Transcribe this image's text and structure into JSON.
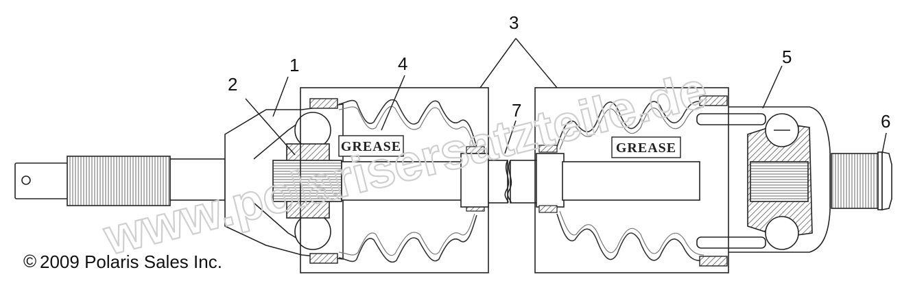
{
  "callouts": {
    "c1": "1",
    "c2": "2",
    "c3": "3",
    "c4": "4",
    "c5": "5",
    "c6": "6",
    "c7": "7"
  },
  "boot_labels": {
    "left": "GREASE",
    "right": "GREASE"
  },
  "copyright": {
    "symbol": "©",
    "text": "2009 Polaris Sales Inc."
  },
  "watermark": "www.polarisersatzteile.de"
}
